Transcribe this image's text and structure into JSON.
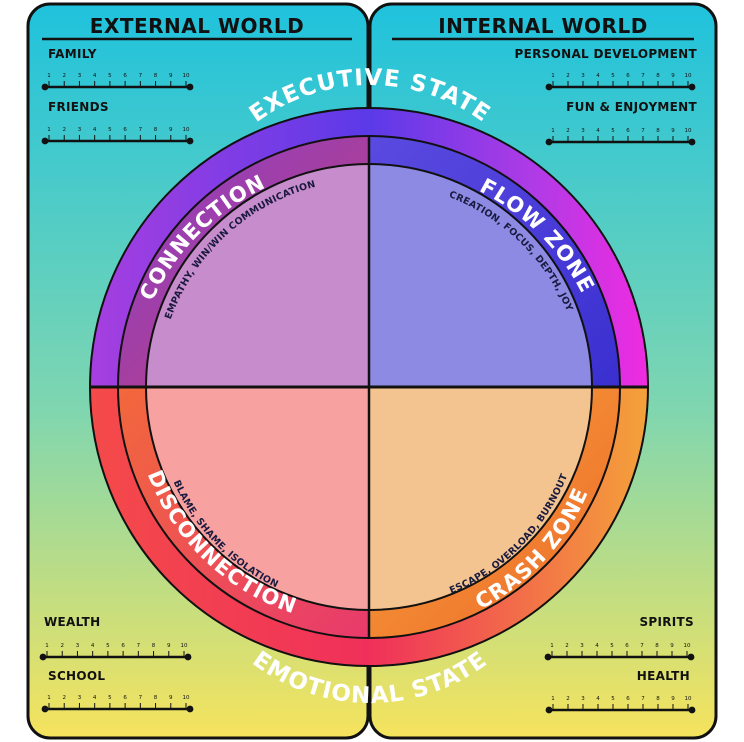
{
  "panels": {
    "left_title": "EXTERNAL WORLD",
    "right_title": "INTERNAL WORLD"
  },
  "scales": {
    "ticks": [
      "1",
      "2",
      "3",
      "4",
      "5",
      "6",
      "7",
      "8",
      "9",
      "10"
    ],
    "family": "FAMILY",
    "friends": "FRIENDS",
    "wealth": "WEALTH",
    "school": "SCHOOL",
    "personal_development": "PERSONAL DEVELOPMENT",
    "fun_enjoyment": "FUN & ENJOYMENT",
    "spirits": "SPIRITS",
    "health": "HEALTH"
  },
  "circle": {
    "top_state": "EXECUTIVE STATE",
    "bottom_state": "EMOTIONAL STATE",
    "quadrants": {
      "connection": "CONNECTION",
      "connection_sub": "EMPATHY, WIN/WIN COMMUNICATION",
      "flow": "FLOW ZONE",
      "flow_sub": "CREATION, FOCUS, DEPTH, JOY",
      "disconnection": "DISCONNECTION",
      "disconnection_sub": "BLAME, SHAME, ISOLATION",
      "crash": "CRASH ZONE",
      "crash_sub": "ESCAPE, OVERLOAD, BURNOUT"
    }
  },
  "colors": {
    "panel_top": "#1fc2dd",
    "panel_bottom": "#f6e35d",
    "outline": "#111111",
    "q_connection": "#c78ccb",
    "q_flow": "#8c8ae2",
    "q_disconnection": "#f7a2a0",
    "q_crash": "#f3c48f"
  }
}
